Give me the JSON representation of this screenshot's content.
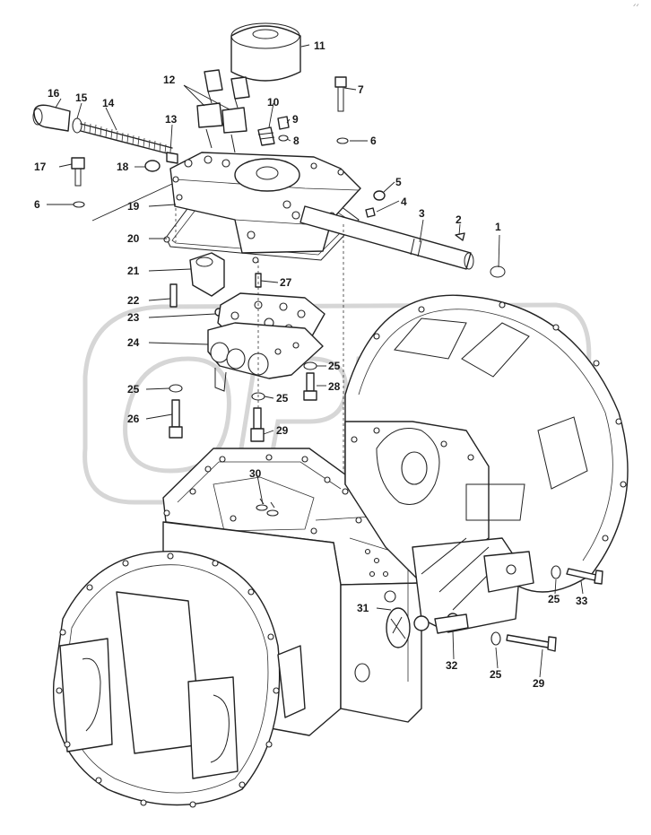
{
  "watermark": "OPEX",
  "corner_mark": "ᐟᐟ",
  "labels": [
    {
      "id": "1",
      "text": "1"
    },
    {
      "id": "2",
      "text": "2"
    },
    {
      "id": "3",
      "text": "3"
    },
    {
      "id": "4",
      "text": "4"
    },
    {
      "id": "5",
      "text": "5"
    },
    {
      "id": "6a",
      "text": "6"
    },
    {
      "id": "6b",
      "text": "6"
    },
    {
      "id": "7",
      "text": "7"
    },
    {
      "id": "8",
      "text": "8"
    },
    {
      "id": "9",
      "text": "9"
    },
    {
      "id": "10",
      "text": "10"
    },
    {
      "id": "11",
      "text": "11"
    },
    {
      "id": "12",
      "text": "12"
    },
    {
      "id": "13",
      "text": "13"
    },
    {
      "id": "14",
      "text": "14"
    },
    {
      "id": "15",
      "text": "15"
    },
    {
      "id": "16",
      "text": "16"
    },
    {
      "id": "17",
      "text": "17"
    },
    {
      "id": "18",
      "text": "18"
    },
    {
      "id": "19",
      "text": "19"
    },
    {
      "id": "20",
      "text": "20"
    },
    {
      "id": "21",
      "text": "21"
    },
    {
      "id": "22",
      "text": "22"
    },
    {
      "id": "23",
      "text": "23"
    },
    {
      "id": "24",
      "text": "24"
    },
    {
      "id": "25a",
      "text": "25"
    },
    {
      "id": "25b",
      "text": "25"
    },
    {
      "id": "25c",
      "text": "25"
    },
    {
      "id": "25d",
      "text": "25"
    },
    {
      "id": "25e",
      "text": "25"
    },
    {
      "id": "26",
      "text": "26"
    },
    {
      "id": "27",
      "text": "27"
    },
    {
      "id": "28",
      "text": "28"
    },
    {
      "id": "29a",
      "text": "29"
    },
    {
      "id": "29b",
      "text": "29"
    },
    {
      "id": "30",
      "text": "30"
    },
    {
      "id": "31",
      "text": "31"
    },
    {
      "id": "32",
      "text": "32"
    },
    {
      "id": "33",
      "text": "33"
    }
  ]
}
